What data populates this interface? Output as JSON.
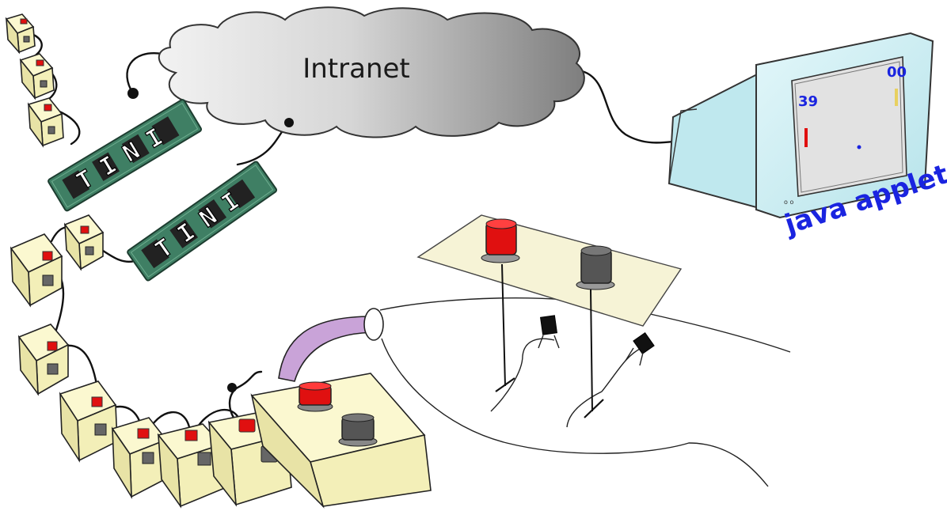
{
  "cloud": {
    "label": "Intranet"
  },
  "tini_boards": [
    {
      "label": "TINI"
    },
    {
      "label": "TINI"
    }
  ],
  "monitor": {
    "caption": "java applet",
    "score_left": "39",
    "score_right": "00"
  },
  "colors": {
    "cloud_light": "#f0f0f0",
    "cloud_dark": "#8a8a8a",
    "board": "#3f7f64",
    "button_red": "#e01010",
    "button_gray": "#6a6a6a",
    "box": "#f7f3c2",
    "monitor": "#cdeff3",
    "caption": "#1a24e0",
    "cable_purple": "#c9a3d8"
  }
}
